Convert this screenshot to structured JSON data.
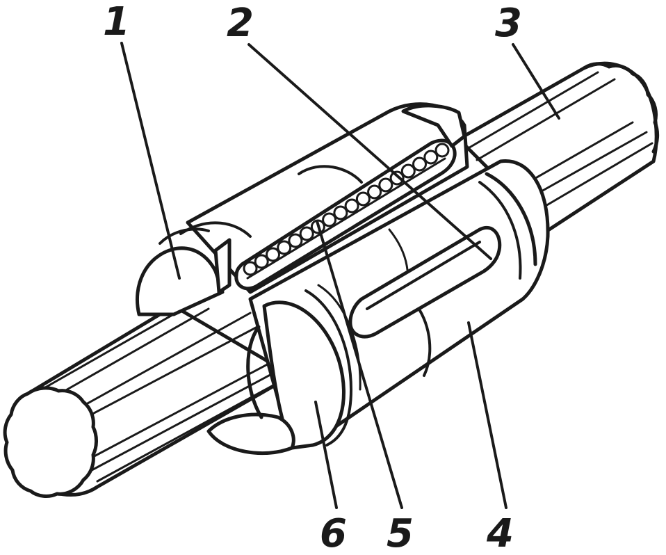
{
  "labels": [
    {
      "id": "1",
      "text": "1"
    },
    {
      "id": "2",
      "text": "2"
    },
    {
      "id": "3",
      "text": "3"
    },
    {
      "id": "4",
      "text": "4"
    },
    {
      "id": "5",
      "text": "5"
    },
    {
      "id": "6",
      "text": "6"
    }
  ],
  "colors": {
    "line": "#1a1a1a",
    "background": "#ffffff"
  }
}
